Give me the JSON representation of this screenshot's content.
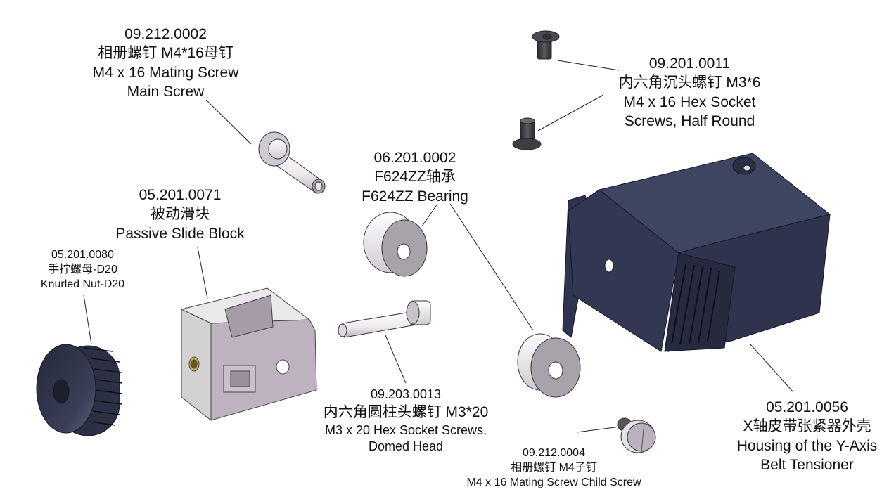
{
  "diagram": {
    "type": "exploded-assembly",
    "colors": {
      "housing": "#363c56",
      "knurled_nut": "#2c3047",
      "light_part": "#e4e0e4",
      "slide_block": "#cfcbd1",
      "brass_insert": "#c9a845",
      "leader_line": "#222222",
      "text": "#111111"
    },
    "parts": [
      {
        "id": "main-screw",
        "code": "09.212.0002",
        "cn": "相册螺钉 M4*16母钉",
        "en": [
          "M4 x 16 Mating Screw",
          "Main Screw"
        ]
      },
      {
        "id": "countersunk-screws",
        "code": "09.201.0011",
        "cn": "内六角沉头螺钉 M3*6",
        "en": [
          "M4 x 16 Hex Socket",
          "Screws, Half Round"
        ]
      },
      {
        "id": "bearing",
        "code": "06.201.0002",
        "cn": "F624ZZ轴承",
        "en": [
          "F624ZZ Bearing"
        ]
      },
      {
        "id": "slide-block",
        "code": "05.201.0071",
        "cn": "被动滑块",
        "en": [
          "Passive Slide Block"
        ]
      },
      {
        "id": "knurled-nut",
        "code": "05.201.0080",
        "cn": "手拧螺母-D20",
        "en": [
          "Knurled Nut-D20"
        ]
      },
      {
        "id": "m3x20-screw",
        "code": "09.203.0013",
        "cn": "内六角圆柱头螺钉 M3*20",
        "en": [
          "M3 x 20 Hex Socket Screws,",
          "Domed Head"
        ]
      },
      {
        "id": "child-screw",
        "code": "09.212.0004",
        "cn": "相册螺钉 M4子钉",
        "en": [
          "M4 x 16 Mating Screw Child Screw"
        ]
      },
      {
        "id": "housing",
        "code": "05.201.0056",
        "cn": "X轴皮带张紧器外壳",
        "en": [
          "Housing of the Y-Axis",
          "Belt Tensioner"
        ]
      }
    ]
  }
}
